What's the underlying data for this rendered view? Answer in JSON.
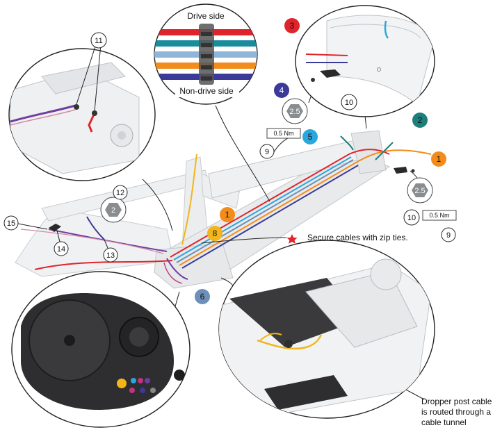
{
  "colors": {
    "red": "#e0242b",
    "teal": "#1a8c9c",
    "lightblue": "#8fb5d8",
    "orange": "#f28c1b",
    "navy": "#3b3a99",
    "darkteal": "#1d7f7c",
    "cyan": "#2aa7de",
    "purple": "#6f3fa0",
    "magenta": "#c1347e",
    "yellow": "#f2b51a",
    "steelblue": "#6d8fb8",
    "pink": "#d48aa6",
    "frame": "#e8eaec",
    "motor": "#2e2e30"
  },
  "cable_inset": {
    "top_label": "Drive side",
    "bottom_label": "Non-drive side"
  },
  "callouts": {
    "c1_upper": "1",
    "c1_right": "1",
    "c2_right": "2",
    "c2_left": "2",
    "c3": "3",
    "c4": "4",
    "c5": "5",
    "c6": "6",
    "c8": "8",
    "c9_top": "9",
    "c9_right": "9",
    "c10_top": "10",
    "c10_right": "10",
    "c11": "11",
    "c12": "12",
    "c13": "13",
    "c14": "14",
    "c15": "15"
  },
  "torque": {
    "top_value": "2.5",
    "top_spec": "0.5 Nm",
    "right_value": "2.5",
    "right_spec": "0.5 Nm"
  },
  "notes": {
    "zip_ties": "Secure cables with zip ties.",
    "dropper_line1": "Dropper post cable",
    "dropper_line2": "is routed through a",
    "dropper_line3": "cable tunnel"
  }
}
